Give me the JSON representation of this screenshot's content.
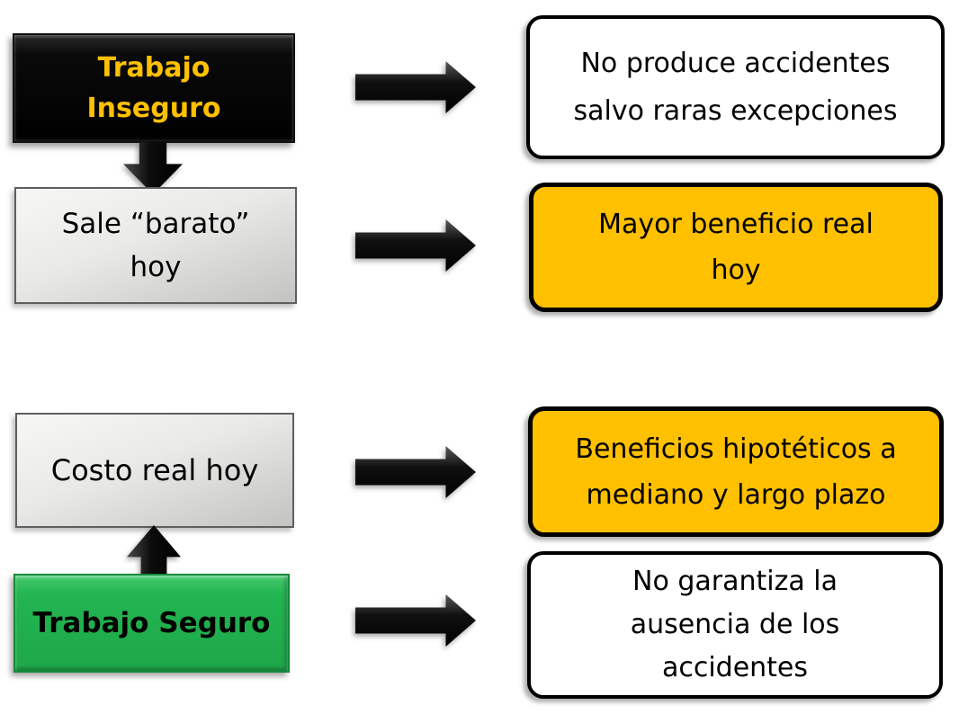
{
  "diagram": {
    "colors": {
      "accent_orange": "#FFC000",
      "green": "#22B452",
      "black": "#000000",
      "gray_gradient_top": "#F5F5F3",
      "gray_gradient_bottom": "#C3C3C1",
      "white": "#FFFFFF"
    },
    "left_column": {
      "trabajo_inseguro": "Trabajo\nInseguro",
      "sale_barato": "Sale “barato”\nhoy",
      "costo_real": "Costo real hoy",
      "trabajo_seguro": "Trabajo Seguro"
    },
    "right_column": {
      "no_produce": "No produce accidentes\nsalvo raras excepciones",
      "mayor_beneficio": "Mayor beneficio real\nhoy",
      "beneficios_hipoteticos": "Beneficios hipotéticos a\nmediano y largo plazo",
      "no_garantiza": "No garantiza la\nausencia de los\naccidentes"
    },
    "arrows": {
      "right_arrow_icon": "black-block-arrow-right",
      "down_arrow_icon": "black-block-arrow-down",
      "up_arrow_icon": "black-block-arrow-up"
    }
  }
}
